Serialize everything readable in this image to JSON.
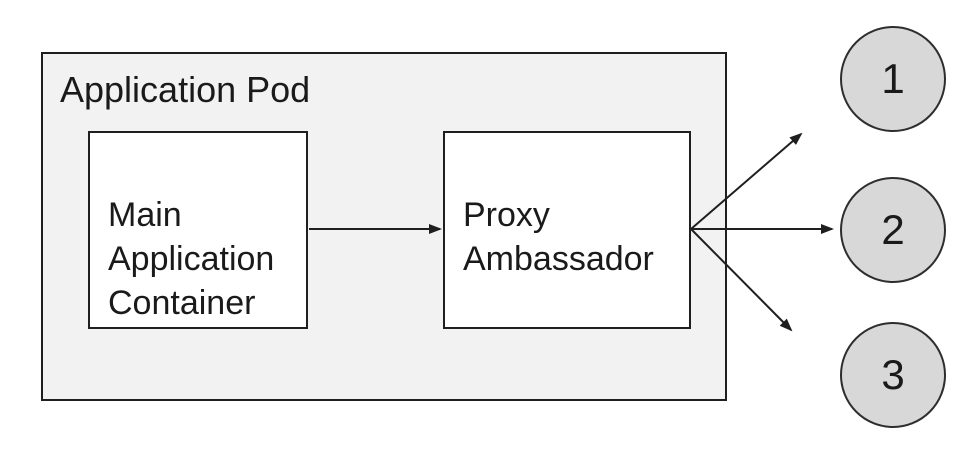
{
  "diagram": {
    "title": "Application Pod",
    "pod": {
      "label": "Application Pod",
      "fill": "#f2f2f2",
      "border_color": "#1f1f1f"
    },
    "nodes": [
      {
        "id": "main-application-container",
        "label": "Main\nApplication\nContainer",
        "fill": "#ffffff"
      },
      {
        "id": "proxy-ambassador",
        "label": "Proxy\nAmbassador",
        "fill": "#ffffff"
      }
    ],
    "endpoints": [
      {
        "id": "endpoint-1",
        "label": "1",
        "fill": "#d8d8d8"
      },
      {
        "id": "endpoint-2",
        "label": "2",
        "fill": "#d8d8d8"
      },
      {
        "id": "endpoint-3",
        "label": "3",
        "fill": "#d8d8d8"
      }
    ],
    "connections": [
      {
        "from": "main-application-container",
        "to": "proxy-ambassador"
      },
      {
        "from": "proxy-ambassador",
        "to": "endpoint-1"
      },
      {
        "from": "proxy-ambassador",
        "to": "endpoint-2"
      },
      {
        "from": "proxy-ambassador",
        "to": "endpoint-3"
      }
    ],
    "arrow_color": "#1f1f1f"
  }
}
